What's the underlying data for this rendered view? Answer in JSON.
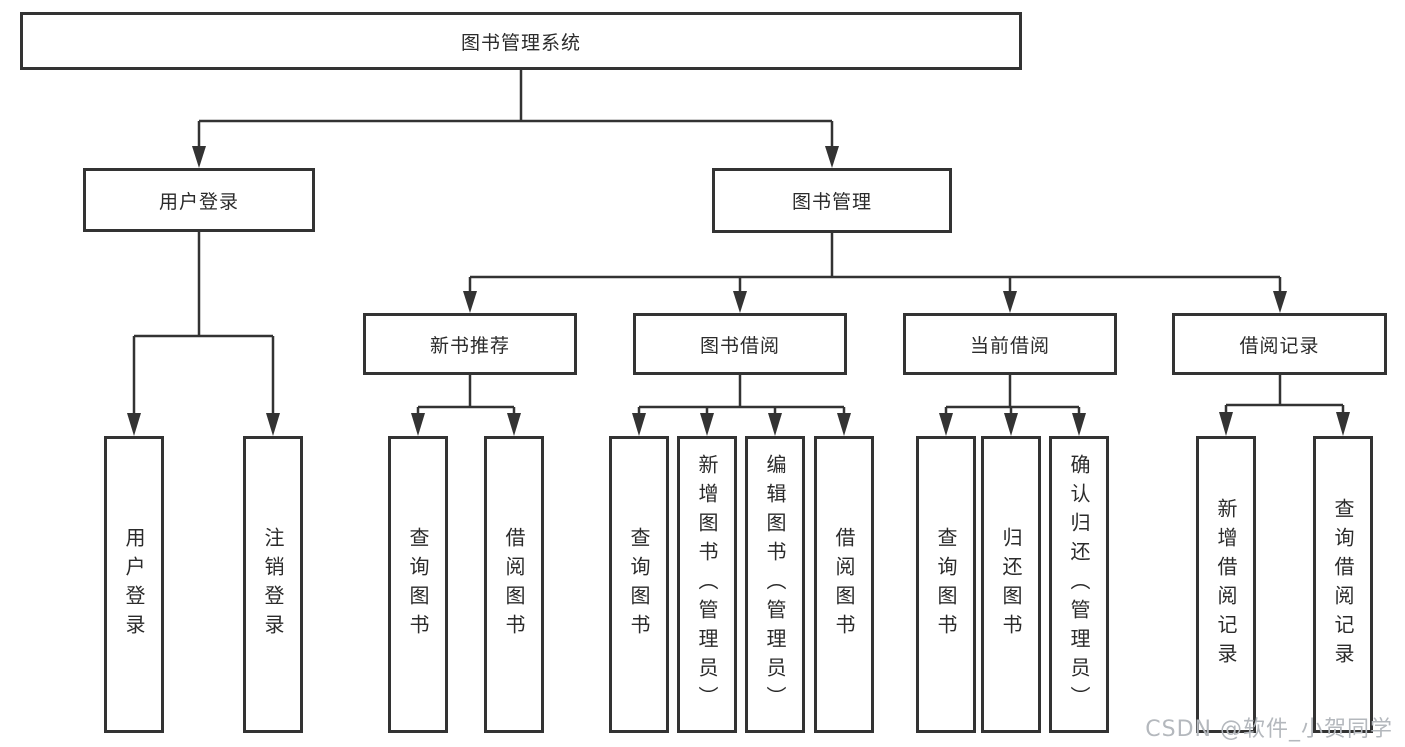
{
  "colors": {
    "line": "#333333",
    "box_fill": "#ffffff",
    "text": "#2b2b2b",
    "watermark": "#b4b8bd"
  },
  "tree": {
    "root": {
      "label": "图书管理系统"
    },
    "branches": [
      {
        "label": "用户登录",
        "leaves": [
          "用户登录",
          "注销登录"
        ]
      },
      {
        "label": "图书管理",
        "children": [
          {
            "label": "新书推荐",
            "leaves": [
              "查询图书",
              "借阅图书"
            ]
          },
          {
            "label": "图书借阅",
            "leaves": [
              "查询图书",
              "新增图书（管理员）",
              "编辑图书（管理员）",
              "借阅图书"
            ]
          },
          {
            "label": "当前借阅",
            "leaves": [
              "查询图书",
              "归还图书",
              "确认归还（管理员）"
            ]
          },
          {
            "label": "借阅记录",
            "leaves": [
              "新增借阅记录",
              "查询借阅记录"
            ]
          }
        ]
      }
    ]
  },
  "watermark": {
    "text": "CSDN @软件_小贺同学"
  }
}
